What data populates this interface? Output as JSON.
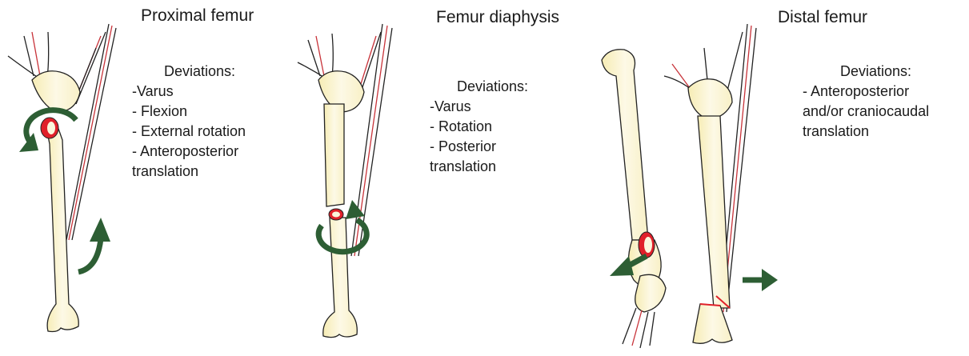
{
  "panels": [
    {
      "title": "Proximal femur",
      "deviations_heading": "Deviations:",
      "deviations": [
        "-Varus",
        "- Flexion",
        "- External rotation",
        "- Anteroposterior",
        "translation"
      ]
    },
    {
      "title": "Femur diaphysis",
      "deviations_heading": "Deviations:",
      "deviations": [
        "-Varus",
        "- Rotation",
        "- Posterior",
        "translation"
      ]
    },
    {
      "title": "Distal femur",
      "deviations_heading": "Deviations:",
      "deviations": [
        "- Anteroposterior",
        "and/or craniocaudal",
        "translation"
      ]
    }
  ],
  "colors": {
    "bone_fill": "#fbf6dc",
    "bone_shade": "#f3e7a6",
    "fracture_red": "#e0202a",
    "arrow_green": "#2d5e34",
    "outline": "#222222",
    "muscle_red": "#c8333a"
  },
  "icons": [
    "rotation-arrow-icon",
    "curved-arrow-icon",
    "translation-arrow-icon"
  ]
}
